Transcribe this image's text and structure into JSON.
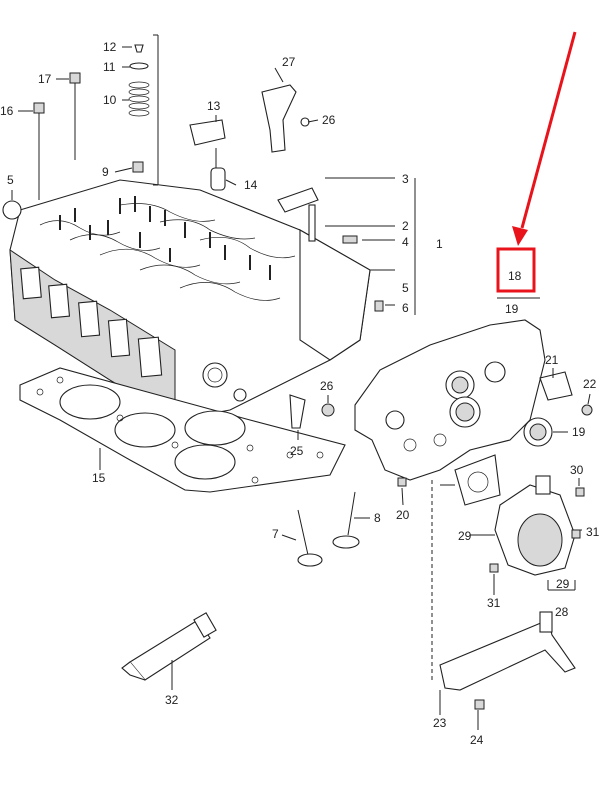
{
  "highlight": {
    "label": "18",
    "color": "#e8131b"
  },
  "callouts": [
    {
      "id": "c1",
      "text": "1"
    },
    {
      "id": "c2",
      "text": "2"
    },
    {
      "id": "c3",
      "text": "3"
    },
    {
      "id": "c4",
      "text": "4"
    },
    {
      "id": "c5a",
      "text": "5"
    },
    {
      "id": "c5b",
      "text": "5"
    },
    {
      "id": "c6",
      "text": "6"
    },
    {
      "id": "c7",
      "text": "7"
    },
    {
      "id": "c8",
      "text": "8"
    },
    {
      "id": "c9",
      "text": "9"
    },
    {
      "id": "c10",
      "text": "10"
    },
    {
      "id": "c11",
      "text": "11"
    },
    {
      "id": "c12",
      "text": "12"
    },
    {
      "id": "c13",
      "text": "13"
    },
    {
      "id": "c14",
      "text": "14"
    },
    {
      "id": "c15",
      "text": "15"
    },
    {
      "id": "c16",
      "text": "16"
    },
    {
      "id": "c17",
      "text": "17"
    },
    {
      "id": "c19a",
      "text": "19"
    },
    {
      "id": "c19b",
      "text": "19"
    },
    {
      "id": "c20",
      "text": "20"
    },
    {
      "id": "c21",
      "text": "21"
    },
    {
      "id": "c22",
      "text": "22"
    },
    {
      "id": "c23",
      "text": "23"
    },
    {
      "id": "c24",
      "text": "24"
    },
    {
      "id": "c25",
      "text": "25"
    },
    {
      "id": "c26a",
      "text": "26"
    },
    {
      "id": "c26b",
      "text": "26"
    },
    {
      "id": "c27",
      "text": "27"
    },
    {
      "id": "c28",
      "text": "28"
    },
    {
      "id": "c29a",
      "text": "29"
    },
    {
      "id": "c29b",
      "text": "29"
    },
    {
      "id": "c30",
      "text": "30"
    },
    {
      "id": "c31a",
      "text": "31"
    },
    {
      "id": "c31b",
      "text": "31"
    },
    {
      "id": "c32",
      "text": "32"
    }
  ]
}
